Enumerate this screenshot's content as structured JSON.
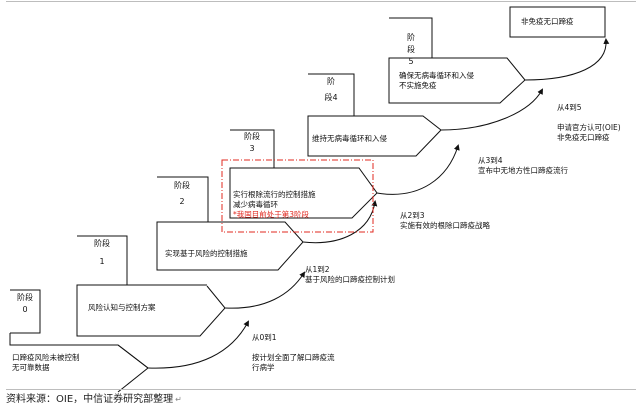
{
  "stages": [
    {
      "label_line1": "阶段",
      "label_line2": "0",
      "action": "口蹄疫风险未被控制\n无可靠数据"
    },
    {
      "label_line1": "阶段",
      "label_line2": "1",
      "action": "风险认知与控制方案"
    },
    {
      "label_line1": "阶段",
      "label_line2": "2",
      "action": "实现基于风险的控制措施"
    },
    {
      "label_line1": "阶段",
      "label_line2": "3",
      "action": "实行根除流行的控制措施\n减少病毒循环",
      "note": "*我国目前处于第3阶段"
    },
    {
      "label_line1": "阶",
      "label_line2": "段4",
      "action": "维持无病毒循环和入侵"
    },
    {
      "label_line1": "阶",
      "label_line2": "段\n5",
      "action": "确保无病毒循环和入侵\n不实施免疫"
    }
  ],
  "goal": "非免疫无口蹄疫",
  "transitions": [
    {
      "title": "从0到1",
      "desc": "按计划全面了解口蹄疫流\n行病学"
    },
    {
      "title": "从1到2",
      "desc": "基于风险的口蹄疫控制计划"
    },
    {
      "title": "从2到3",
      "desc": "实施有效的根除口蹄疫战略"
    },
    {
      "title": "从3到4",
      "desc": "宣布中无地方性口蹄疫流行"
    },
    {
      "title": "从4到5",
      "desc": "申请官方认可(OIE)\n非免疫无口蹄疫"
    }
  ],
  "source": "资料来源：OIE，中信证券研究部整理",
  "source_mark": "↵",
  "colors": {
    "line": "#111111",
    "highlight": "#e0281f",
    "rule": "#bdbdbd"
  }
}
